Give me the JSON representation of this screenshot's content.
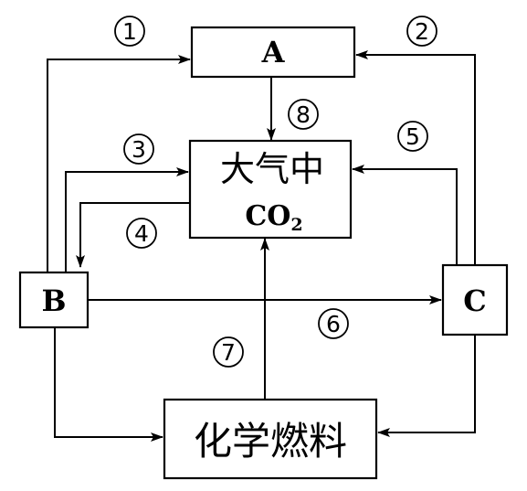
{
  "nodes": {
    "a": {
      "label": "A"
    },
    "atmosphere": {
      "line1": "大气中",
      "line2_main": "CO",
      "line2_sub": "2"
    },
    "b": {
      "label": "B"
    },
    "c": {
      "label": "C"
    },
    "fossil_fuel": {
      "label": "化学燃料"
    }
  },
  "arrow_numbers": {
    "n1": "1",
    "n2": "2",
    "n3": "3",
    "n4": "4",
    "n5": "5",
    "n6": "6",
    "n7": "7",
    "n8": "8"
  },
  "colors": {
    "line": "#000000",
    "background": "#ffffff"
  }
}
